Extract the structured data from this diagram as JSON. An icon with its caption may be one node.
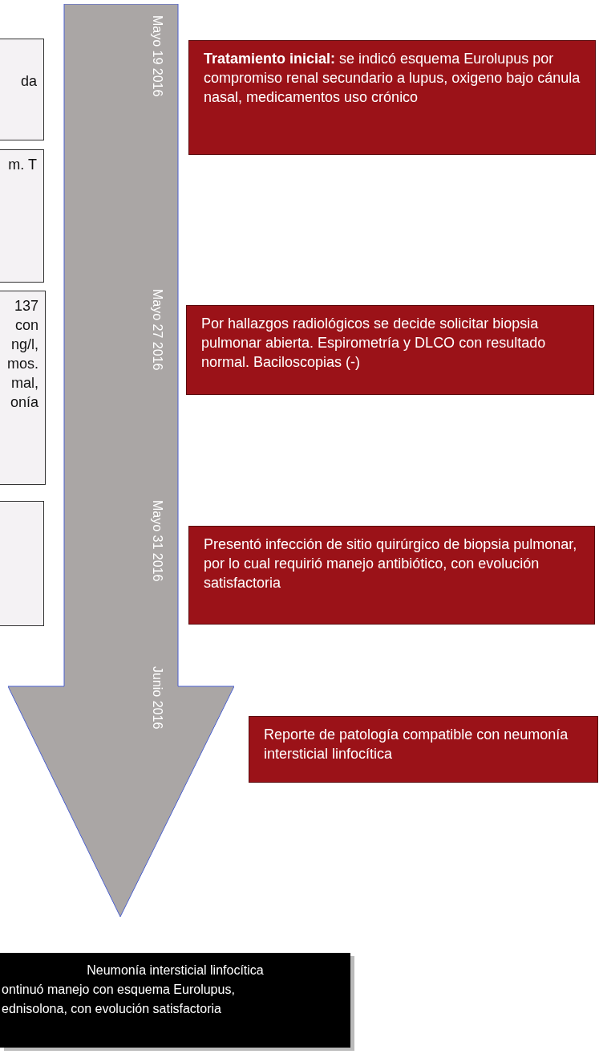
{
  "diagram": {
    "nodes": [
      {
        "text": [
          "da"
        ]
      },
      {
        "text": [
          "m. T"
        ]
      },
      {
        "text": [
          "137 con ng/l, mos. mal, onía"
        ]
      },
      {
        "text": [],
        "shape": "box"
      },
      {
        "text": [
          "Mayo 19 2016",
          "Mayo 27 2016",
          "Mayo 31 2016",
          "Junio 2016"
        ]
      },
      {
        "text": [
          "**Tratamiento inicial:** se indicó esquema Eurolupus por compromiso renal secundario a lupus, oxigeno bajo cánula nasal, medicamentos uso crónico"
        ]
      },
      {
        "text": [
          "Por hallazgos radiológicos se decide solicitar biopsia pulmonar abierta.  Espirometría y DLCO con resultado normal. Baciloscopias (-)"
        ]
      },
      {
        "text": [
          "Presentó infección de sitio quirúrgico de biopsia pulmonar, por lo cual requirió manejo antibiótico, con evolución satisfactoria"
        ]
      },
      {
        "text": [
          "Reporte de patología compatible con neumonía intersticial linfocítica"
        ]
      },
      {
        "text": [
          "Neumonía intersticial linfocítica",
          "ontinuó manejo con esquema Eurolupus, ednisolona, con evolución satisfactoria"
        ]
      }
    ],
    "edges": []
  }
}
